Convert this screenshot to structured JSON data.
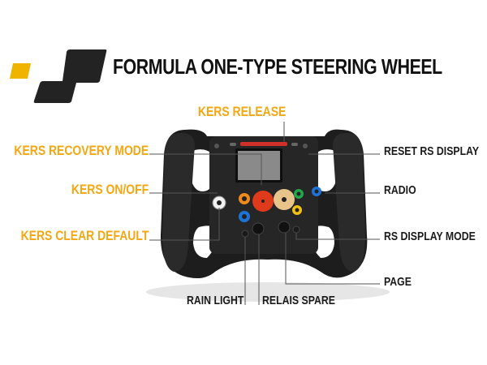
{
  "title": "FORMULA ONE-TYPE STEERING WHEEL",
  "logo": {
    "accent_color": "#f0b400",
    "shape_color": "#232323"
  },
  "colors": {
    "callout_orange": "#f3a712",
    "callout_dark": "#1a1a1a",
    "leader_line": "#555555"
  },
  "callouts": {
    "top": [
      {
        "label": "KERS RELEASE",
        "color": "orange"
      }
    ],
    "left": [
      {
        "label": "KERS RECOVERY MODE",
        "color": "orange"
      },
      {
        "label": "KERS ON/OFF",
        "color": "orange"
      },
      {
        "label": "KERS CLEAR DEFAULT",
        "color": "orange"
      }
    ],
    "right": [
      {
        "label": "RESET RS DISPLAY",
        "color": "dark"
      },
      {
        "label": "RADIO",
        "color": "dark"
      },
      {
        "label": "RS DISPLAY MODE",
        "color": "dark"
      },
      {
        "label": "PAGE",
        "color": "dark"
      }
    ],
    "bottom": [
      {
        "label": "RAIN LIGHT",
        "color": "dark"
      },
      {
        "label": "RELAIS SPARE",
        "color": "dark"
      }
    ]
  },
  "wheel": {
    "buttons": [
      {
        "name": "white-button",
        "color": "#f2f2f2"
      },
      {
        "name": "orange-button",
        "color": "#f08a1c"
      },
      {
        "name": "blue-button-left",
        "color": "#1e74d6"
      },
      {
        "name": "red-rotary",
        "color": "#e03a1c"
      },
      {
        "name": "tan-rotary",
        "color": "#e8c48a"
      },
      {
        "name": "green-button",
        "color": "#22a84a"
      },
      {
        "name": "blue-button-right",
        "color": "#1e74d6"
      },
      {
        "name": "yellow-button",
        "color": "#f2c012"
      }
    ]
  }
}
